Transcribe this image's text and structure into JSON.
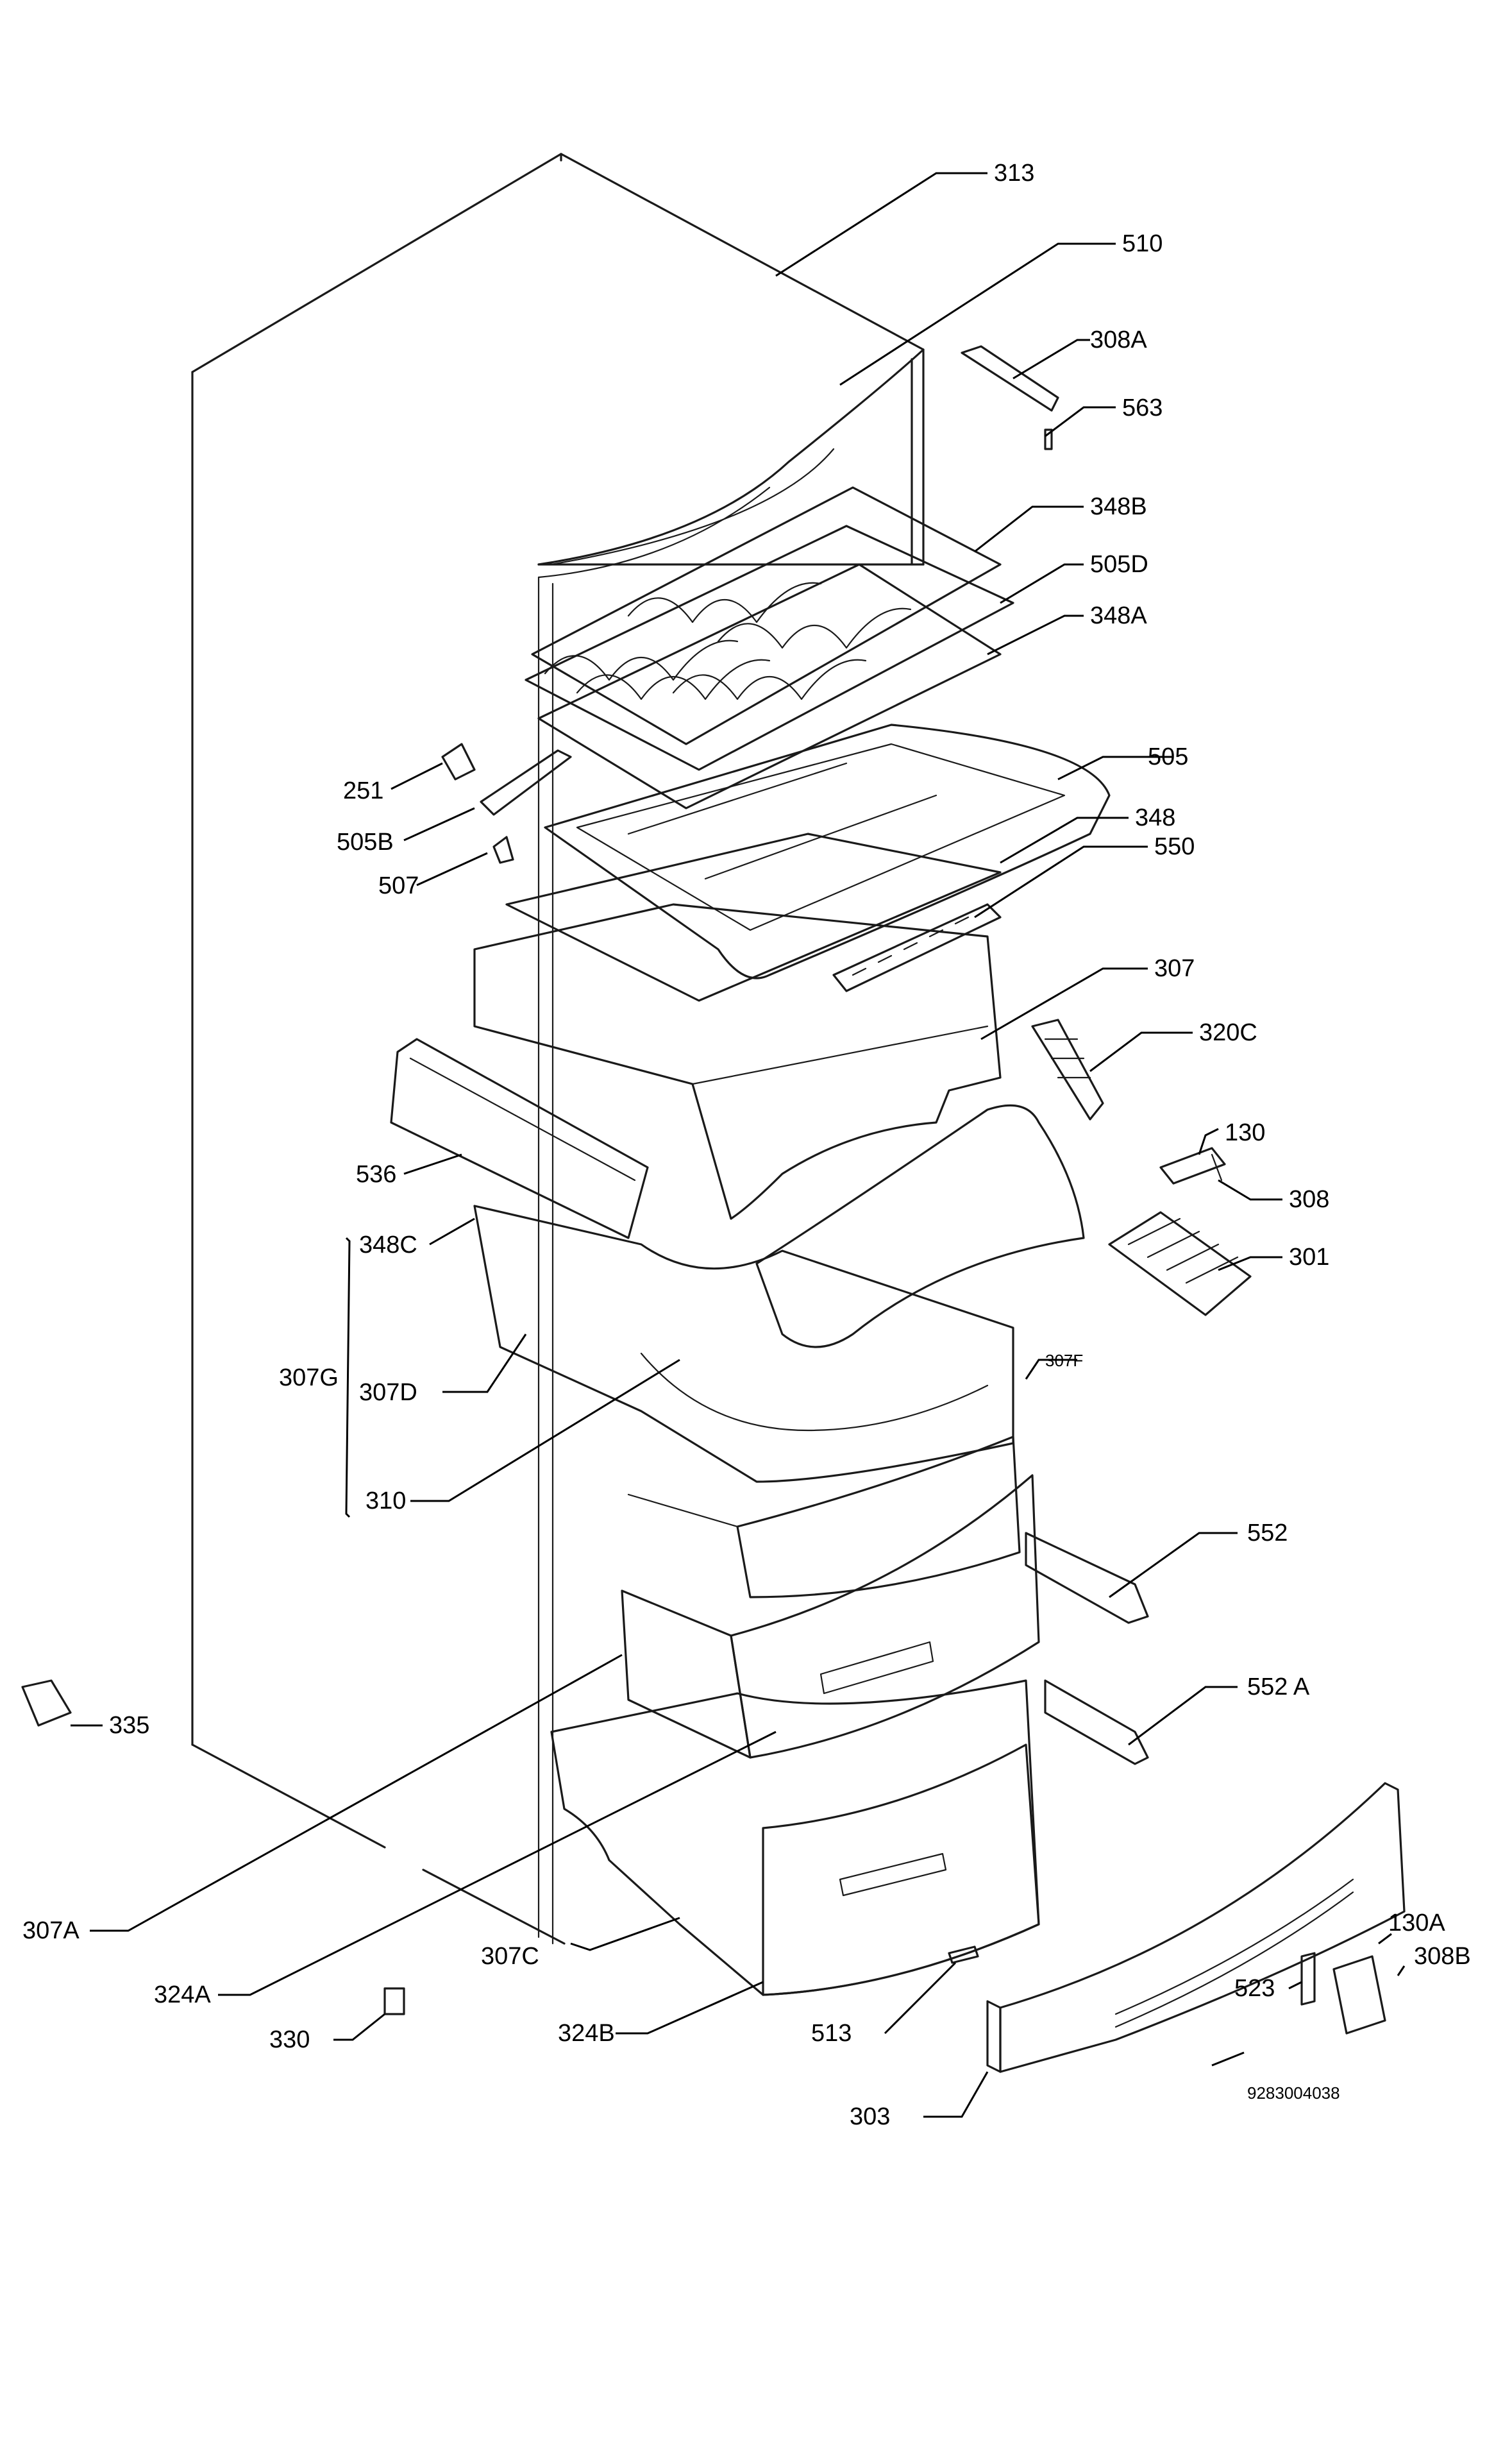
{
  "diagram": {
    "drawing_number": "9283004038",
    "labels": [
      {
        "id": "p313",
        "text": "313"
      },
      {
        "id": "p510",
        "text": "510"
      },
      {
        "id": "p308a",
        "text": "308A"
      },
      {
        "id": "p563",
        "text": "563"
      },
      {
        "id": "p348b",
        "text": "348B"
      },
      {
        "id": "p505d",
        "text": "505D"
      },
      {
        "id": "p348a",
        "text": "348A"
      },
      {
        "id": "p251",
        "text": "251"
      },
      {
        "id": "p505",
        "text": "505"
      },
      {
        "id": "p505b",
        "text": "505B"
      },
      {
        "id": "p348",
        "text": "348"
      },
      {
        "id": "p507",
        "text": "507"
      },
      {
        "id": "p550",
        "text": "550"
      },
      {
        "id": "p307",
        "text": "307"
      },
      {
        "id": "p320c",
        "text": "320C"
      },
      {
        "id": "p130",
        "text": "130"
      },
      {
        "id": "p536",
        "text": "536"
      },
      {
        "id": "p308",
        "text": "308"
      },
      {
        "id": "p348c",
        "text": "348C"
      },
      {
        "id": "p301",
        "text": "301"
      },
      {
        "id": "p307g",
        "text": "307G"
      },
      {
        "id": "p307d",
        "text": "307D"
      },
      {
        "id": "p307f",
        "text": "307F"
      },
      {
        "id": "p310",
        "text": "310"
      },
      {
        "id": "p552",
        "text": "552"
      },
      {
        "id": "p552a",
        "text": "552 A"
      },
      {
        "id": "p335",
        "text": "335"
      },
      {
        "id": "p307a",
        "text": "307A"
      },
      {
        "id": "p307c",
        "text": "307C"
      },
      {
        "id": "p130a",
        "text": "130A"
      },
      {
        "id": "p308b",
        "text": "308B"
      },
      {
        "id": "p523",
        "text": "523"
      },
      {
        "id": "p324a",
        "text": "324A"
      },
      {
        "id": "p330",
        "text": "330"
      },
      {
        "id": "p513",
        "text": "513"
      },
      {
        "id": "p324b",
        "text": "324B"
      },
      {
        "id": "p303",
        "text": "303"
      }
    ]
  }
}
